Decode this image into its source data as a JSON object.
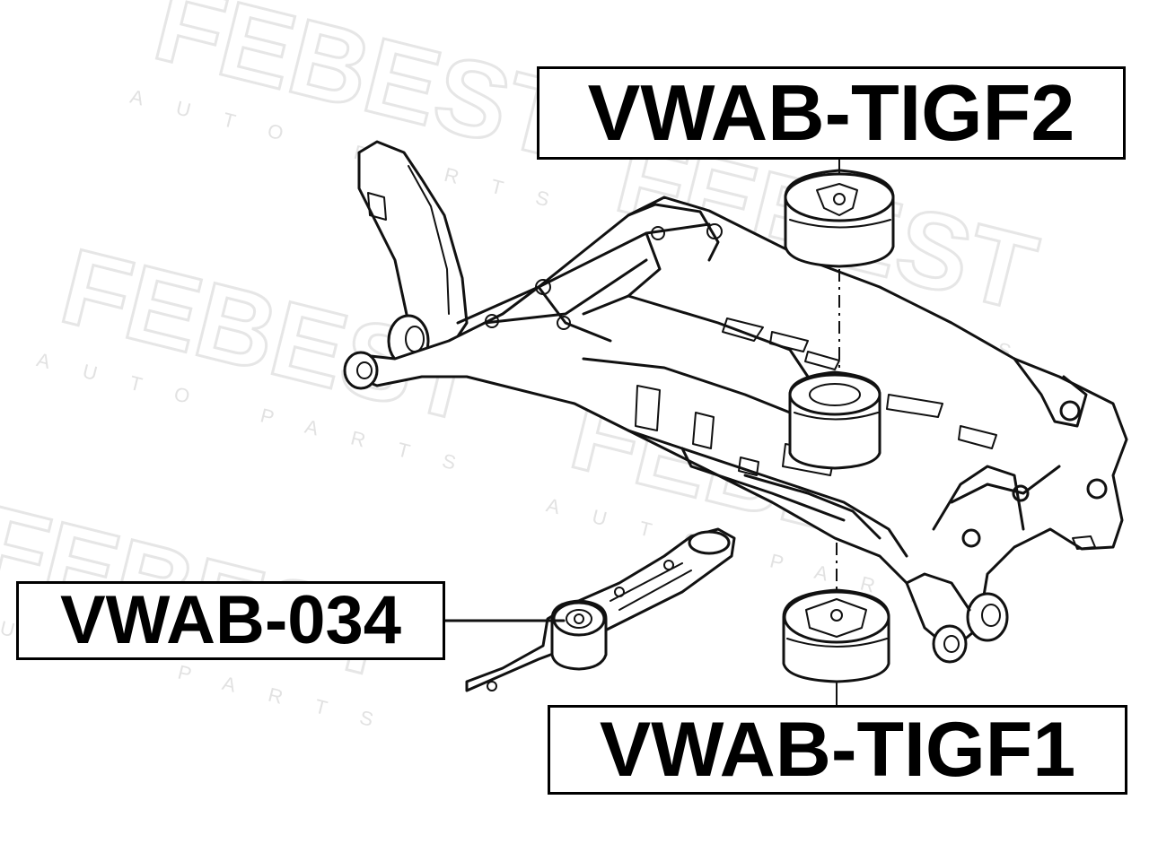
{
  "watermark": {
    "brand": "FEBEST",
    "tagline": "AUTO PARTS"
  },
  "labels": {
    "tigf2": "VWAB-TIGF2",
    "tigf1": "VWAB-TIGF1",
    "part_034": "VWAB-034"
  }
}
